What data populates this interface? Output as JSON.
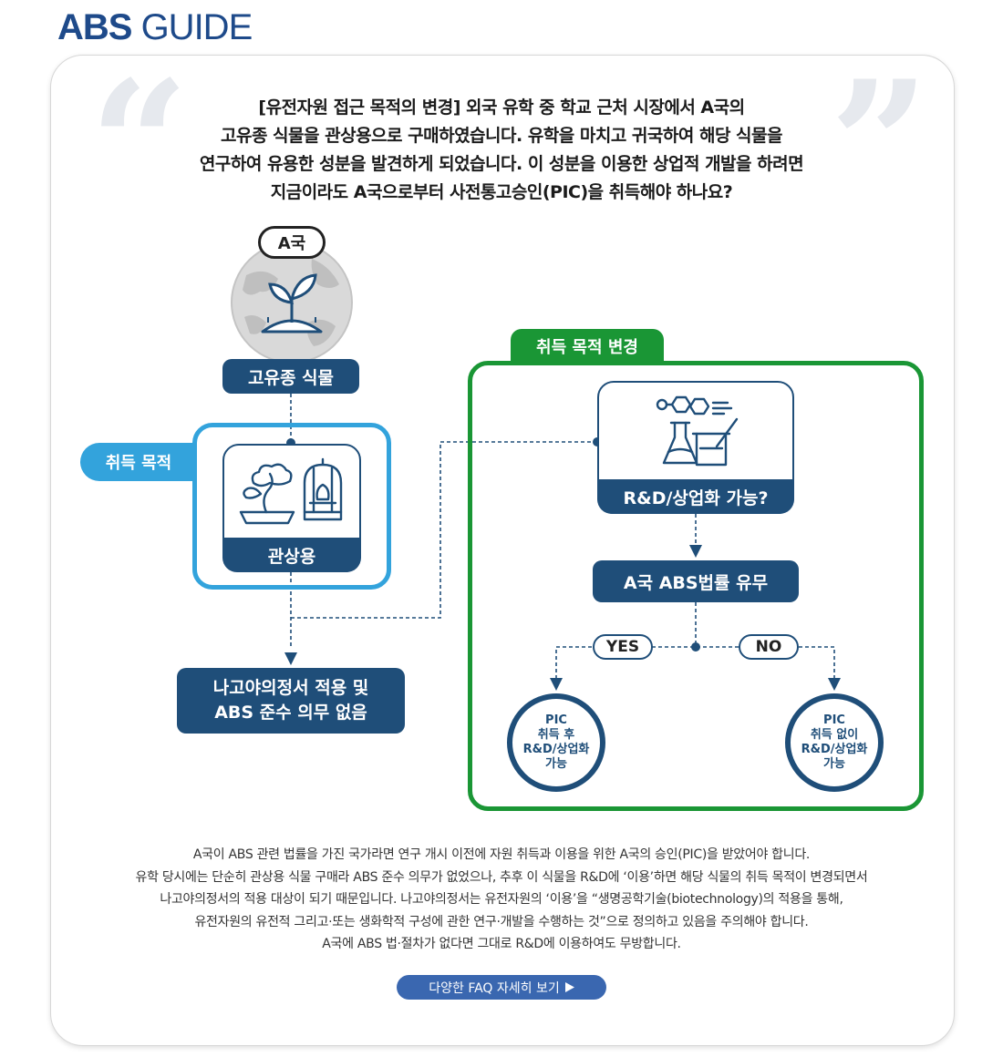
{
  "header": {
    "title_bold": "ABS",
    "title_light": " GUIDE"
  },
  "question": {
    "lines": [
      "[유전자원 접근 목적의 변경] 외국 유학 중 학교 근처 시장에서 A국의",
      "고유종 식물을 관상용으로 구매하였습니다. 유학을 마치고 귀국하여 해당 식물을",
      "연구하여 유용한 성분을 발견하게 되었습니다. 이 성분을 이용한 상업적 개발을 하려면",
      "지금이라도 A국으로부터 사전통고승인(PIC)을 취득해야 하나요?"
    ]
  },
  "diagram": {
    "country": "A국",
    "native_plant": "고유종 식물",
    "purpose_label": "취득 목적",
    "ornamental": "관상용",
    "result_left": [
      "나고야의정서 적용 및",
      "ABS 준수 의무 없음"
    ],
    "change_label": "취득 목적 변경",
    "rnd_question": "R&D/상업화 가능?",
    "abs_law": "A국 ABS법률 유무",
    "yes": "YES",
    "no": "NO",
    "yes_result": [
      "PIC",
      "취득 후",
      "R&D/상업화",
      "가능"
    ],
    "no_result": [
      "PIC",
      "취득 없이",
      "R&D/상업화",
      "가능"
    ]
  },
  "explanation": {
    "lines": [
      "A국이 ABS 관련 법률을 가진 국가라면 연구 개시 이전에 자원 취득과 이용을 위한 A국의 승인(PIC)을 받았어야 합니다.",
      "유학 당시에는 단순히 관상용 식물 구매라 ABS 준수 의무가 없었으나, 추후 이 식물을 R&D에 ‘이용’하면 해당 식물의 취득 목적이 변경되면서",
      "나고야의정서의 적용 대상이 되기 때문입니다. 나고야의정서는 유전자원의 ‘이용’을 “생명공학기술(biotechnology)의 적용을 통해,",
      "유전자원의 유전적 그리고·또는 생화학적 구성에 관한 연구·개발을 수행하는 것”으로 정의하고 있음을 주의해야 합니다.",
      "A국에 ABS 법·절차가 없다면 그대로 R&D에 이용하여도 무방합니다."
    ]
  },
  "faq_button": {
    "label": "다양한 FAQ 자세히 보기",
    "icon": "play-triangle-icon"
  },
  "colors": {
    "navy": "#1f4e79",
    "sky": "#33a3dc",
    "green": "#1a9635",
    "title_blue": "#1e4a8a",
    "button_blue": "#3a67b0"
  }
}
